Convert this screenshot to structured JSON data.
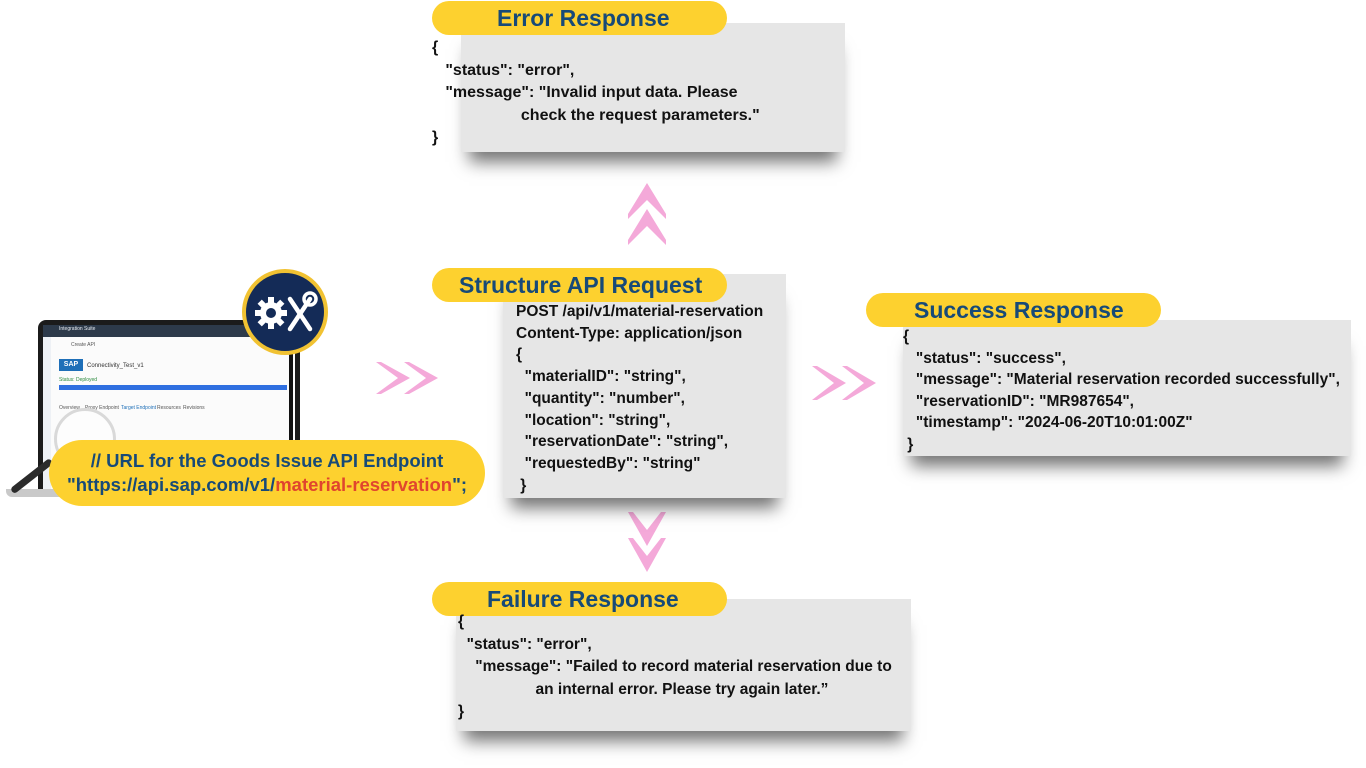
{
  "colors": {
    "title_bg": "#fdd12f",
    "title_text": "#174a78",
    "box_bg": "#e6e6e6",
    "arrow_pink": "#f4a9d9",
    "url_accent": "#e0452e",
    "badge_bg": "#142b57"
  },
  "error_response": {
    "title": "Error Response",
    "code": "{\n   \"status\": \"error\",\n   \"message\": \"Invalid input data. Please\n                    check the request parameters.\"\n}"
  },
  "request": {
    "title": "Structure API Request",
    "code": "POST /api/v1/material-reservation\nContent-Type: application/json\n{\n  \"materialID\": \"string\",\n  \"quantity\": \"number\",\n  \"location\": \"string\",\n  \"reservationDate\": \"string\",\n  \"requestedBy\": \"string\"\n }"
  },
  "success_response": {
    "title": "Success Response",
    "code": "{\n   \"status\": \"success\",\n   \"message\": \"Material reservation recorded successfully\",\n   \"reservationID\": \"MR987654\",\n   \"timestamp\": \"2024-06-20T10:01:00Z\"\n }"
  },
  "failure_response": {
    "title": "Failure Response",
    "code": "{\n  \"status\": \"error\",\n    \"message\": \"Failed to record material reservation due to\n                  an internal error. Please try again later.”\n}"
  },
  "url_callout": {
    "line1": "// URL for the Goods Issue API Endpoint",
    "line2_prefix": "\"https://api.sap.com/v1/",
    "line2_accent": "material-reservation",
    "line2_suffix": "\";"
  },
  "laptop": {
    "app_name": "Integration Suite",
    "logo": "SAP",
    "page_title": "Connectivity_Test_v1",
    "back_label": "Create API",
    "status": "Status: Deployed",
    "tabs": [
      "Overview",
      "Proxy Endpoint",
      "Target Endpoint",
      "Resources",
      "Revisions"
    ]
  },
  "icons": {
    "badge": "gear-wrench-icon",
    "magnifier": "magnifier-icon",
    "arrows": "chevron-double-icon"
  }
}
